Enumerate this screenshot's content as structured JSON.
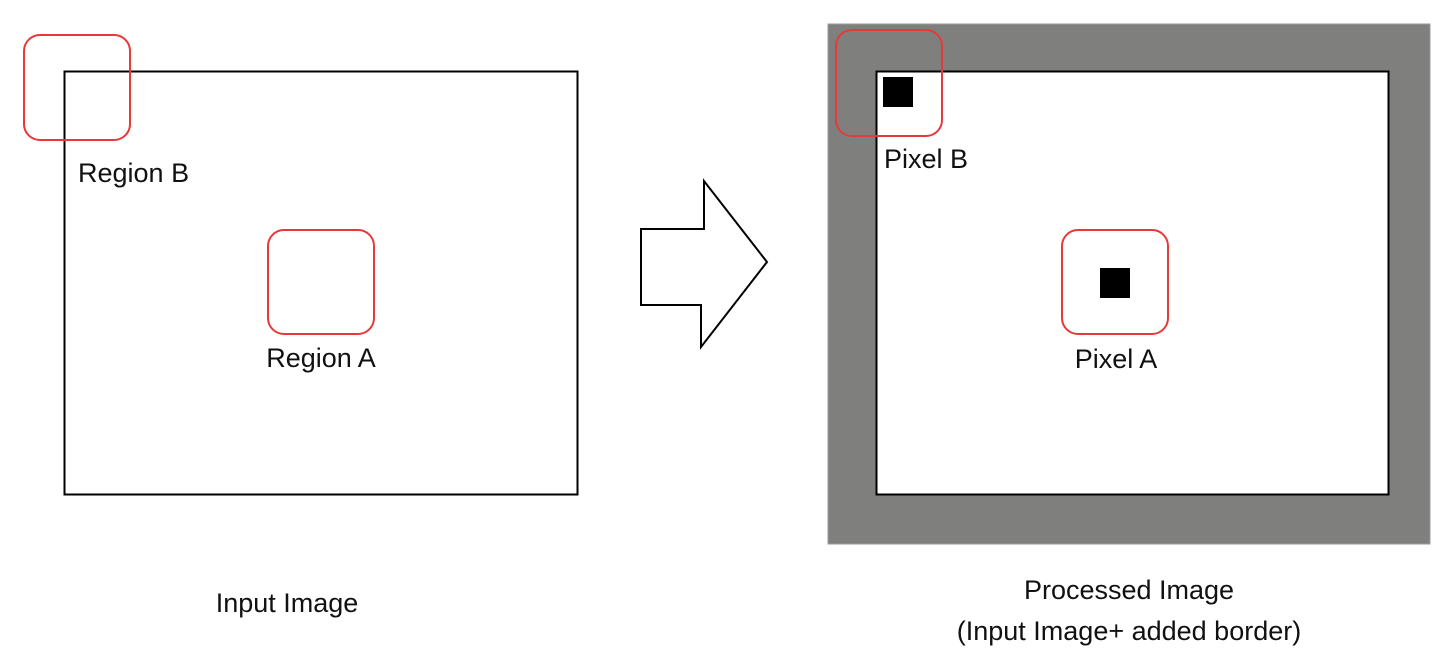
{
  "input": {
    "caption": "Input Image",
    "region_a_label": "Region A",
    "region_b_label": "Region B"
  },
  "output": {
    "caption_line1": "Processed Image",
    "caption_line2": "(Input Image+ added border)",
    "pixel_a_label": "Pixel A",
    "pixel_b_label": "Pixel B"
  },
  "colors": {
    "highlight": "#e8393a",
    "border_fill": "#7f807e",
    "pixel": "#000000"
  }
}
